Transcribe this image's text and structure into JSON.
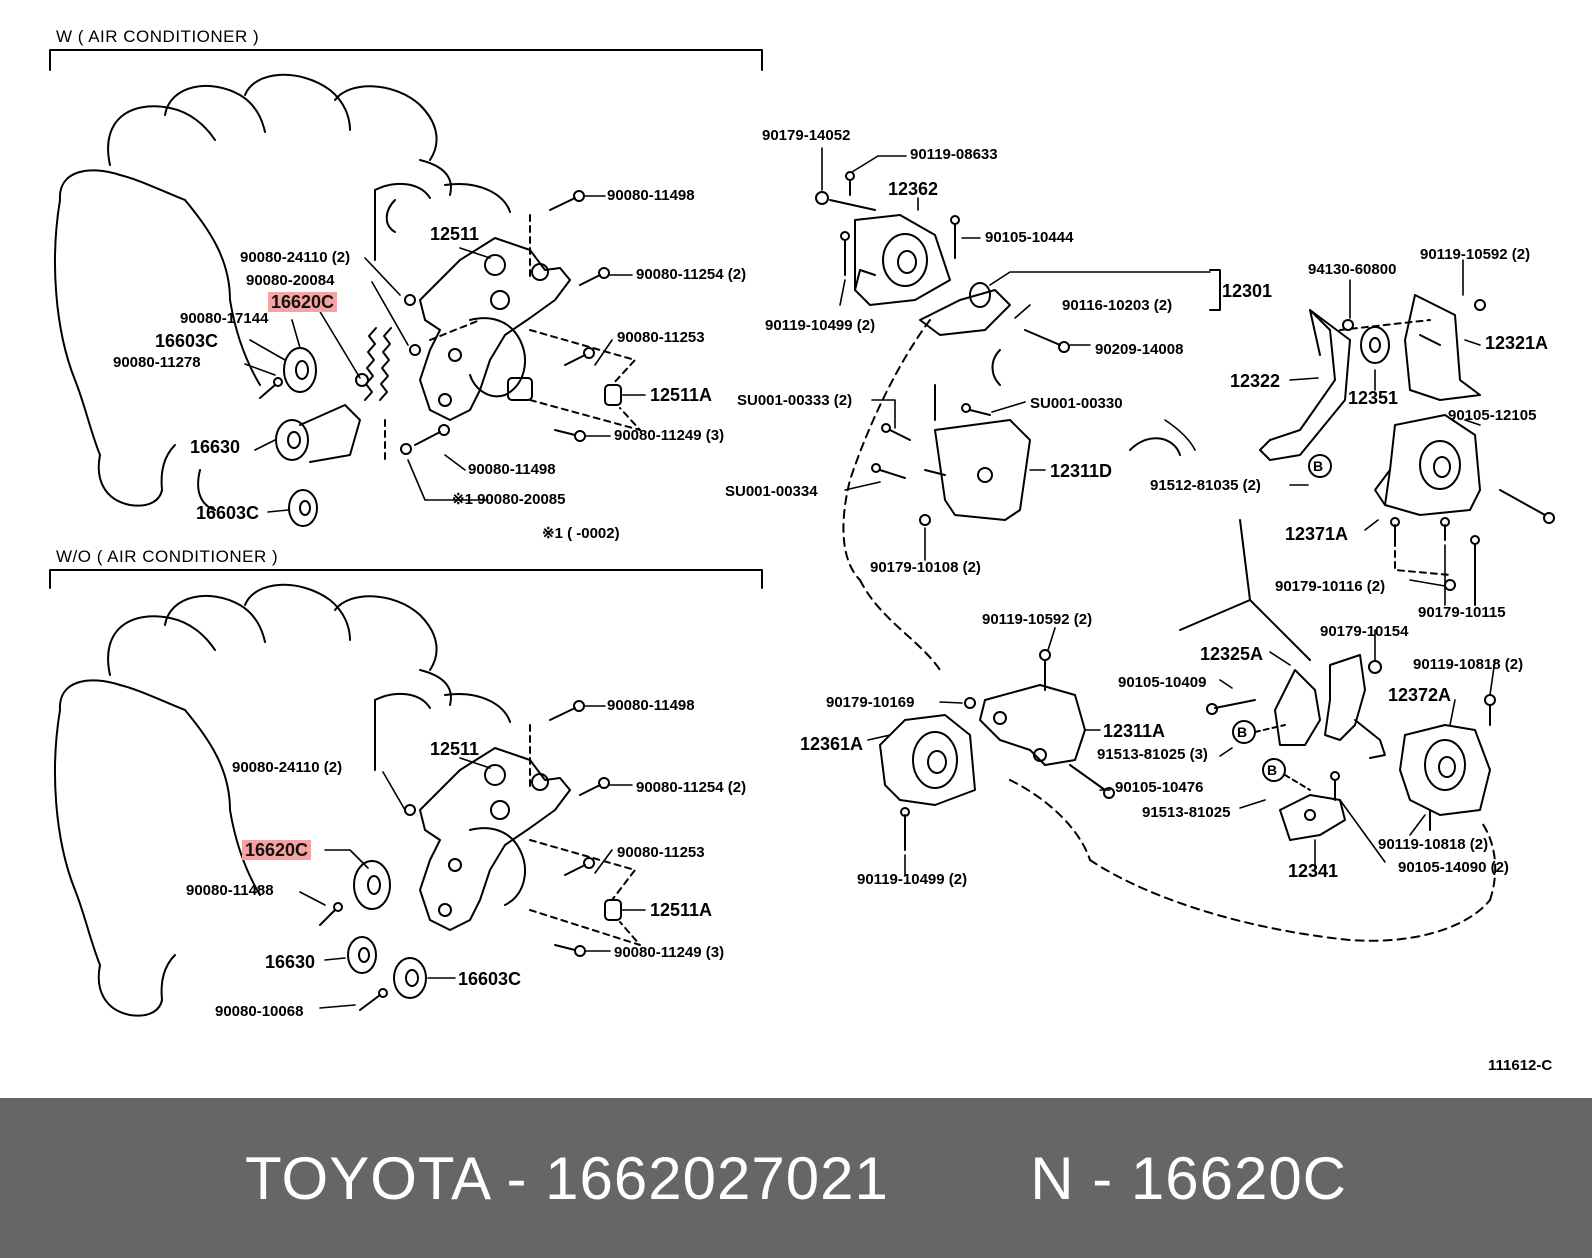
{
  "sections": {
    "with_ac": "W ( AIR CONDITIONER )",
    "without_ac": "W/O ( AIR CONDITIONER )"
  },
  "labels": {
    "a_90080_11498": "90080-11498",
    "a_12511": "12511",
    "a_90080_24110": "90080-24110 (2)",
    "a_90080_11254": "90080-11254 (2)",
    "a_90080_20084": "90080-20084",
    "a_16620C": "16620C",
    "a_90080_17144": "90080-17144",
    "a_16603C_top": "16603C",
    "a_90080_11278": "90080-11278",
    "a_90080_11253": "90080-11253",
    "a_12511A": "12511A",
    "a_90080_11249": "90080-11249 (3)",
    "a_16630": "16630",
    "a_90080_11498_b": "90080-11498",
    "a_90080_20085": "※1  90080-20085",
    "a_16603C_bot": "16603C",
    "a_note": "※1 (        -0002)",
    "b_90080_11498": "90080-11498",
    "b_12511": "12511",
    "b_90080_24110": "90080-24110 (2)",
    "b_90080_11254": "90080-11254 (2)",
    "b_16620C": "16620C",
    "b_90080_11253": "90080-11253",
    "b_90080_11488": "90080-11488",
    "b_12511A": "12511A",
    "b_90080_11249": "90080-11249 (3)",
    "b_16630": "16630",
    "b_16603C": "16603C",
    "b_90080_10068": "90080-10068",
    "c_90179_14052": "90179-14052",
    "c_90119_08633": "90119-08633",
    "c_12362": "12362",
    "c_90105_10444": "90105-10444",
    "c_12301": "12301",
    "c_90119_10499": "90119-10499 (2)",
    "c_90116_10203": "90116-10203 (2)",
    "c_90209_14008": "90209-14008",
    "c_SU001_00333": "SU001-00333 (2)",
    "c_SU001_00330": "SU001-00330",
    "c_12311D": "12311D",
    "c_SU001_00334": "SU001-00334",
    "c_90179_10108": "90179-10108 (2)",
    "c_91512_81035": "91512-81035 (2)",
    "c_B1": "B",
    "c_94130_60800": "94130-60800",
    "c_90119_10592_top": "90119-10592 (2)",
    "c_12321A": "12321A",
    "c_12322": "12322",
    "c_12351": "12351",
    "c_90105_12105": "90105-12105",
    "c_12371A": "12371A",
    "c_90179_10116": "90179-10116 (2)",
    "c_90179_10115": "90179-10115",
    "c_90119_10592_mid": "90119-10592 (2)",
    "c_90179_10154": "90179-10154",
    "c_12325A": "12325A",
    "c_90119_10818_top": "90119-10818 (2)",
    "c_90179_10169": "90179-10169",
    "c_90105_10409": "90105-10409",
    "c_12372A": "12372A",
    "c_12361A": "12361A",
    "c_12311A": "12311A",
    "c_B2": "B",
    "c_91513_81025_3": "91513-81025 (3)",
    "c_90105_10476": "90105-10476",
    "c_B3": "B",
    "c_91513_81025": "91513-81025",
    "c_90119_10818_bot": "90119-10818 (2)",
    "c_12341": "12341",
    "c_90105_14090": "90105-14090 (2)",
    "c_90119_10499_bot": "90119-10499 (2)",
    "c_ref": "111612-C"
  },
  "footer": {
    "text": "TOYOTA - 1662027021        N - 16620C"
  },
  "colors": {
    "highlight": "#f5a3a3",
    "footer_bg": "#666666",
    "footer_text": "#ffffff",
    "ink": "#000000"
  }
}
